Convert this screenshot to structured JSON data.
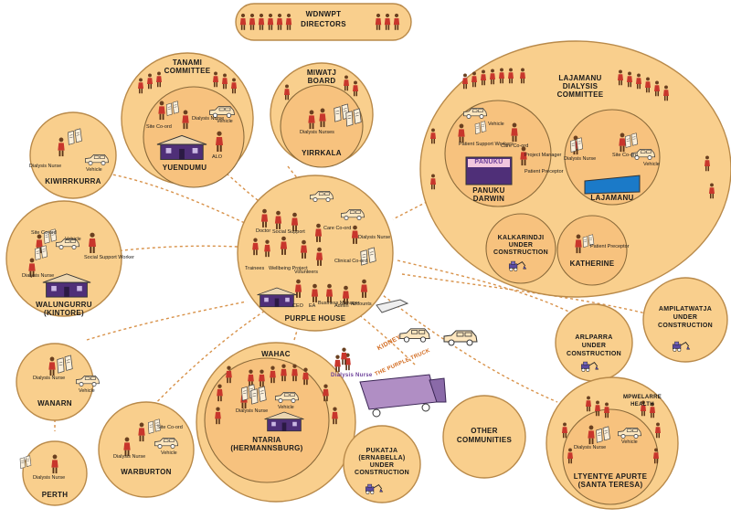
{
  "directors": {
    "line1": "WDNWPT",
    "line2": "DIRECTORS"
  },
  "hub": {
    "title": "PURPLE HOUSE",
    "roles": [
      "Doctor",
      "Social Support",
      "Care Co-ord",
      "Dialysis Nurse",
      "Trainees",
      "Wellbeing Project",
      "Volunteers",
      "Clinical Co-ord",
      "CEO",
      "EA",
      "Business Manager",
      "Admin",
      "Accounts"
    ]
  },
  "tanami": {
    "title1": "TANAMI",
    "title2": "COMMITTEE",
    "site": "YUENDUMU",
    "roles": {
      "site": "Site Co-ord",
      "nurse": "Dialysis Nurse",
      "vehicle": "Vehicle",
      "alo": "ALO"
    }
  },
  "miwatj": {
    "title1": "MIWATJ",
    "title2": "BOARD",
    "site": "YIRRKALA",
    "nurses": "Dialysis Nurses"
  },
  "lajamanu": {
    "title1": "LAJAMANU",
    "title2": "DIALYSIS",
    "title3": "COMMITTEE",
    "panuku": {
      "sign": "PANUKU",
      "site1": "PANUKU",
      "site2": "DARWIN",
      "roles": [
        "Patient Support Workers",
        "Vehicle",
        "Care Co-ord",
        "Project Manager",
        "Patient Preceptor"
      ]
    },
    "laja": {
      "site": "LAJAMANU",
      "roles": [
        "Dialysis Nurse",
        "Site Co-ord",
        "Vehicle"
      ]
    },
    "kalkarindji": {
      "l1": "KALKARINDJI",
      "l2": "UNDER",
      "l3": "CONSTRUCTION"
    },
    "katherine": {
      "site": "KATHERINE",
      "role": "Patient Preceptor"
    }
  },
  "kiwirrkurra": {
    "site": "KIWIRRKURRA",
    "nurse": "Dialysis Nurse",
    "vehicle": "Vehicle"
  },
  "walungurru": {
    "site1": "WALUNGURRU",
    "site2": "(KINTORE)",
    "roles": [
      "Site Co-ord",
      "Vehicle",
      "Social Support Worker",
      "Dialysis Nurse"
    ]
  },
  "wanarn": {
    "site": "WANARN",
    "nurse": "Dialysis Nurse",
    "vehicle": "Vehicle"
  },
  "perth": {
    "site": "PERTH",
    "nurse": "Dialysis Nurse"
  },
  "warburton": {
    "site": "WARBURTON",
    "roles": [
      "Site Co-ord",
      "Dialysis Nurse",
      "Vehicle"
    ]
  },
  "wahac": {
    "title": "WAHAC",
    "site1": "NTARIA",
    "site2": "(HERMANNSBURG)",
    "nurse": "Dialysis Nurse",
    "vehicle": "Vehicle"
  },
  "truck": {
    "nurse": "Dialysis Nurse",
    "line1": "KIDNEY",
    "line2": "THE PURPLE TRUCK"
  },
  "pukatja": {
    "l1": "PUKATJA",
    "l2": "(ERNABELLA)",
    "l3": "UNDER",
    "l4": "CONSTRUCTION"
  },
  "other": {
    "l1": "OTHER",
    "l2": "COMMUNITIES"
  },
  "arlparra": {
    "l1": "ARLPARRA",
    "l2": "UNDER",
    "l3": "CONSTRUCTION"
  },
  "ampilatwatja": {
    "l1": "AMPILATWATJA",
    "l2": "UNDER",
    "l3": "CONSTRUCTION"
  },
  "mpwelarre": {
    "title1": "MPWELARRE",
    "title2": "HEALTH",
    "site1": "LTYENTYE APURTE",
    "site2": "(SANTA TERESA)",
    "nurse": "Dialysis Nurse",
    "vehicle": "Vehicle"
  },
  "colors": {
    "circle_fill": "#f9cf8d",
    "circle_stroke": "#b98a4a",
    "link": "#d8924a",
    "purple": "#6b3f9a",
    "building": "#4f2f78"
  }
}
